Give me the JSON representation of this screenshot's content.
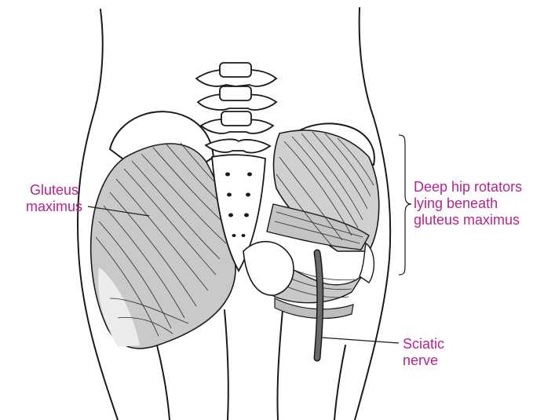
{
  "colors": {
    "label": "#b5248f",
    "outline": "#1a1a1a",
    "muscle_fill": "#c9c9c9",
    "muscle_light": "#ececec",
    "nerve": "#6a6a6a"
  },
  "labels": {
    "gluteus_maximus": [
      "Gluteus",
      "maximus"
    ],
    "deep_hip_rotators": [
      "Deep hip rotators",
      "lying beneath",
      "gluteus maximus"
    ],
    "sciatic_nerve": [
      "Sciatic",
      "nerve"
    ]
  }
}
